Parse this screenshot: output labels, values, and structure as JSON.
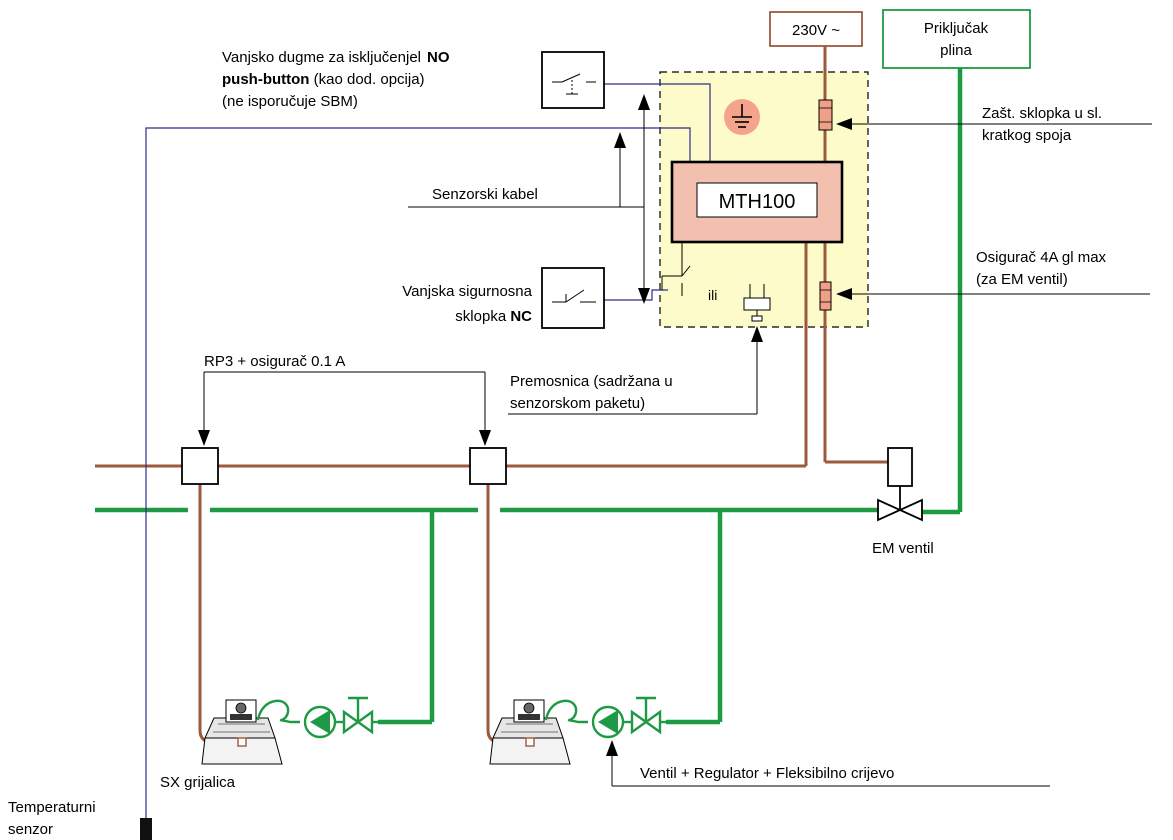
{
  "colors": {
    "power": "#9b5a3c",
    "gas": "#1e9a44",
    "signal": "#2c2c8c",
    "panel_bg": "#fdfbc9",
    "controller_bg": "#f3c0b0",
    "fuse_bg": "#f0a088",
    "supply_box": "#9b5a3c",
    "gas_box": "#1e9a44"
  },
  "labels": {
    "supply": "230V ~",
    "gas_connection": [
      "Priključak",
      "plina"
    ],
    "controller": "MTH100",
    "no_button": {
      "line1": "Vanjsko dugme za isključenjel",
      "line1_bold": "NO",
      "line2_bold": "push-button",
      "line2": " (kao dod. opcija)",
      "line3": "(ne isporučuje SBM)"
    },
    "sensor_cable": "Senzorski kabel",
    "nc_switch": {
      "line1": "Vanjska sigurnosna",
      "line2": "sklopka ",
      "line2_bold": "NC"
    },
    "short_circuit": [
      "Zašt. sklopka u sl.",
      "kratkog spoja"
    ],
    "fuse": [
      "Osigurač 4A gl max",
      "(za EM ventil)"
    ],
    "or": "ili",
    "bridge": [
      "Premosnica (sadržana u",
      "senzorskom paketu)"
    ],
    "rp3": "RP3 + osigurač 0.1 A",
    "em_valve": "EM ventil",
    "heater": "SX grijalica",
    "valve_set": "Ventil + Regulator + Fleksibilno crijevo",
    "temp_sensor": [
      "Temperaturni",
      "senzor"
    ]
  }
}
